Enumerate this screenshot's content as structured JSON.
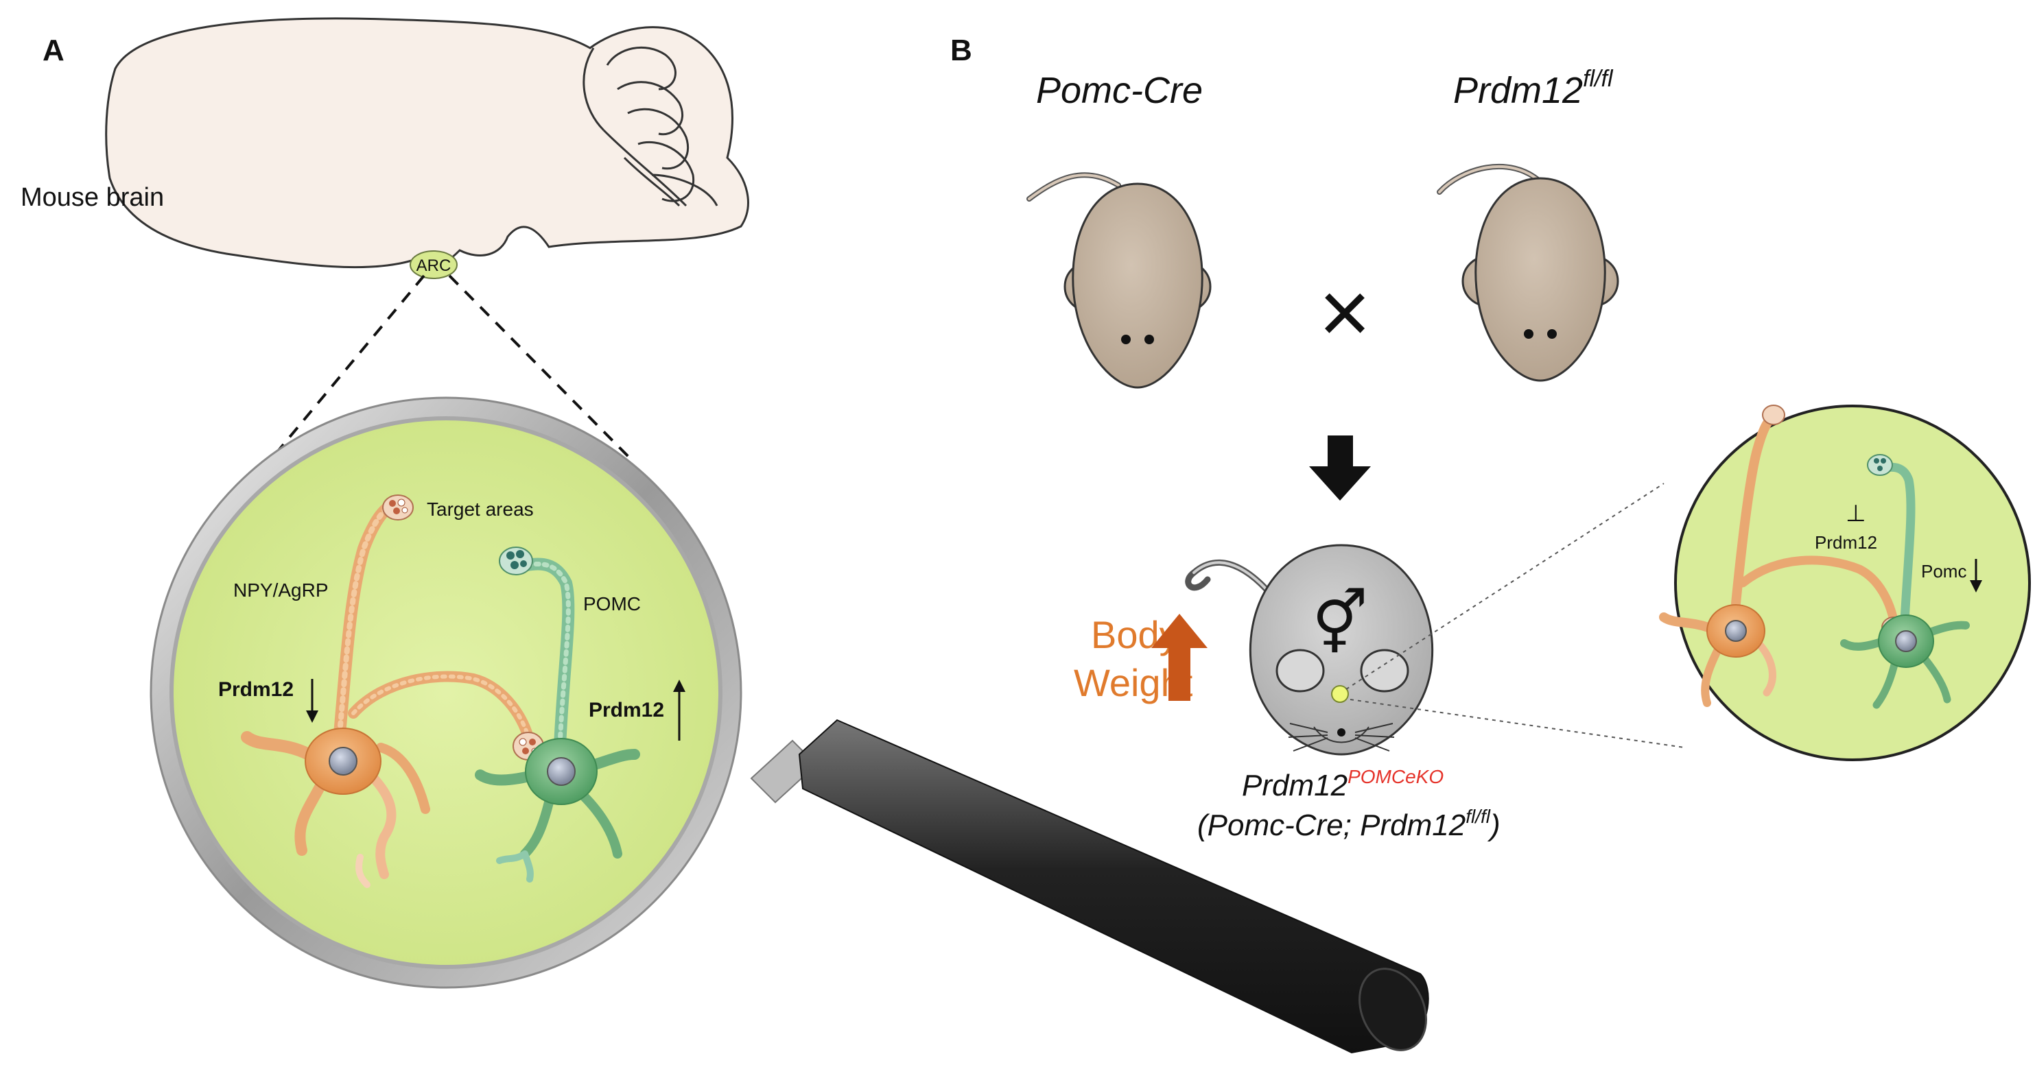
{
  "panel_a": {
    "letter": "A",
    "brain_label": "Mouse brain",
    "region_label": "ARC",
    "target_label": "Target areas",
    "npy_label": "NPY/AgRP",
    "pomc_label": "POMC",
    "prdm12_left": "Prdm12",
    "prdm12_right": "Prdm12"
  },
  "panel_b": {
    "letter": "B",
    "mouse1_label": "Pomc-Cre",
    "mouse2_label_base": "Prdm12",
    "mouse2_label_sup": "fl/fl",
    "cross_symbol": "×",
    "body_label_1": "Body",
    "body_label_2": "Weight",
    "ko_base": "Prdm12",
    "ko_sup": "POMCeKO",
    "genotype_open": "(Pomc-Cre; Prdm12",
    "genotype_sup": "fl/fl",
    "genotype_close": ")",
    "inset_prdm12": "Prdm12",
    "inset_pomc": "Pomc",
    "inhibit_symbol": "⊥",
    "sex_symbol": "⚥"
  },
  "colors": {
    "brain_fill": "#f8efe8",
    "arc_fill": "#d7e98f",
    "lens_fill": "#d9ec9a",
    "orange_neuron": "#e8a060",
    "green_neuron": "#6cae7a",
    "nucleus": "#9aa3b5",
    "mouse_fill": "#c8b8a6",
    "ko_mouse_fill": "#c4c4c4",
    "body_weight": "#e07a2c",
    "ko_superscript": "#e5332a"
  }
}
